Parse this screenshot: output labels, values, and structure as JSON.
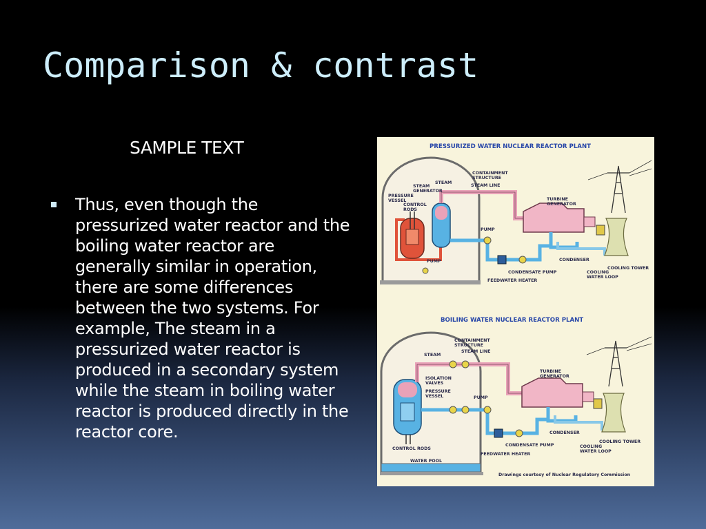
{
  "slide": {
    "title": "Comparison & contrast",
    "subtitle": "SAMPLE TEXT",
    "bullet": "Thus, even though the pressurized water reactor and the boiling water reactor are generally similar in operation, there are some differences between the two systems. For example, The steam in a pressurized water reactor is produced in a secondary system while the steam in boiling water reactor is produced directly in the reactor core."
  },
  "figure": {
    "pwr": {
      "title": "PRESSURIZED WATER NUCLEAR REACTOR PLANT",
      "labels": {
        "containment": "CONTAINMENT",
        "structure": "STRUCTURE",
        "steam": "STEAM",
        "steam_line": "STEAM LINE",
        "steam_gen_1": "STEAM",
        "steam_gen_2": "GENERATOR",
        "pressure_1": "PRESSURE",
        "pressure_2": "VESSEL",
        "control_1": "CONTROL",
        "control_2": "RODS",
        "turbine_1": "TURBINE",
        "turbine_2": "GENERATOR",
        "pump_top": "PUMP",
        "pump_bottom": "PUMP",
        "condenser": "CONDENSER",
        "cooling_tower": "COOLING TOWER",
        "condensate_pump": "CONDENSATE PUMP",
        "cooling_loop_1": "COOLING",
        "cooling_loop_2": "WATER LOOP",
        "feedwater_heater": "FEEDWATER HEATER"
      }
    },
    "bwr": {
      "title": "BOILING WATER NUCLEAR REACTOR PLANT",
      "labels": {
        "containment": "CONTAINMENT",
        "structure": "STRUCTURE",
        "steam": "STEAM",
        "steam_line": "STEAM LINE",
        "turbine_1": "TURBINE",
        "turbine_2": "GENERATOR",
        "isolation_1": "ISOLATION",
        "isolation_2": "VALVES",
        "pressure_1": "PRESSURE",
        "pressure_2": "VESSEL",
        "pump": "PUMP",
        "condenser": "CONDENSER",
        "cooling_tower": "COOLING TOWER",
        "condensate_pump": "CONDENSATE PUMP",
        "cooling_loop_1": "COOLING",
        "cooling_loop_2": "WATER LOOP",
        "control_rods": "CONTROL RODS",
        "water_pool": "WATER POOL",
        "feedwater_heater": "FEEDWATER HEATER"
      }
    },
    "credit": "Drawings courtesy of Nuclear Regulatory Commission"
  },
  "colors": {
    "background_top": "#000000",
    "background_bottom": "#4f6c9a",
    "title": "#cdeefb",
    "figure_bg": "#f8f4dc",
    "containment": "#f6f1e3",
    "primary_loop": "#e0533a",
    "steam_pipe": "#e9a2b8",
    "water_pipe": "#58b2e3",
    "turbine": "#f1b6c6",
    "cooling_tower": "#dde0b0",
    "heading": "#2746a8"
  }
}
